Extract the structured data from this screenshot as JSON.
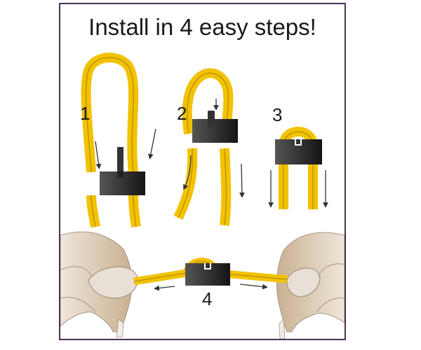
{
  "title": "Install in 4 easy steps!",
  "steps": [
    {
      "number": "1"
    },
    {
      "number": "2"
    },
    {
      "number": "3"
    },
    {
      "number": "4"
    }
  ],
  "colors": {
    "frame": "#4a3057",
    "cord": "#f2c200",
    "cord_line": "#b58f00",
    "clip": "#2a2a2a",
    "skin": "#dccab2",
    "arrow": "#333333"
  }
}
